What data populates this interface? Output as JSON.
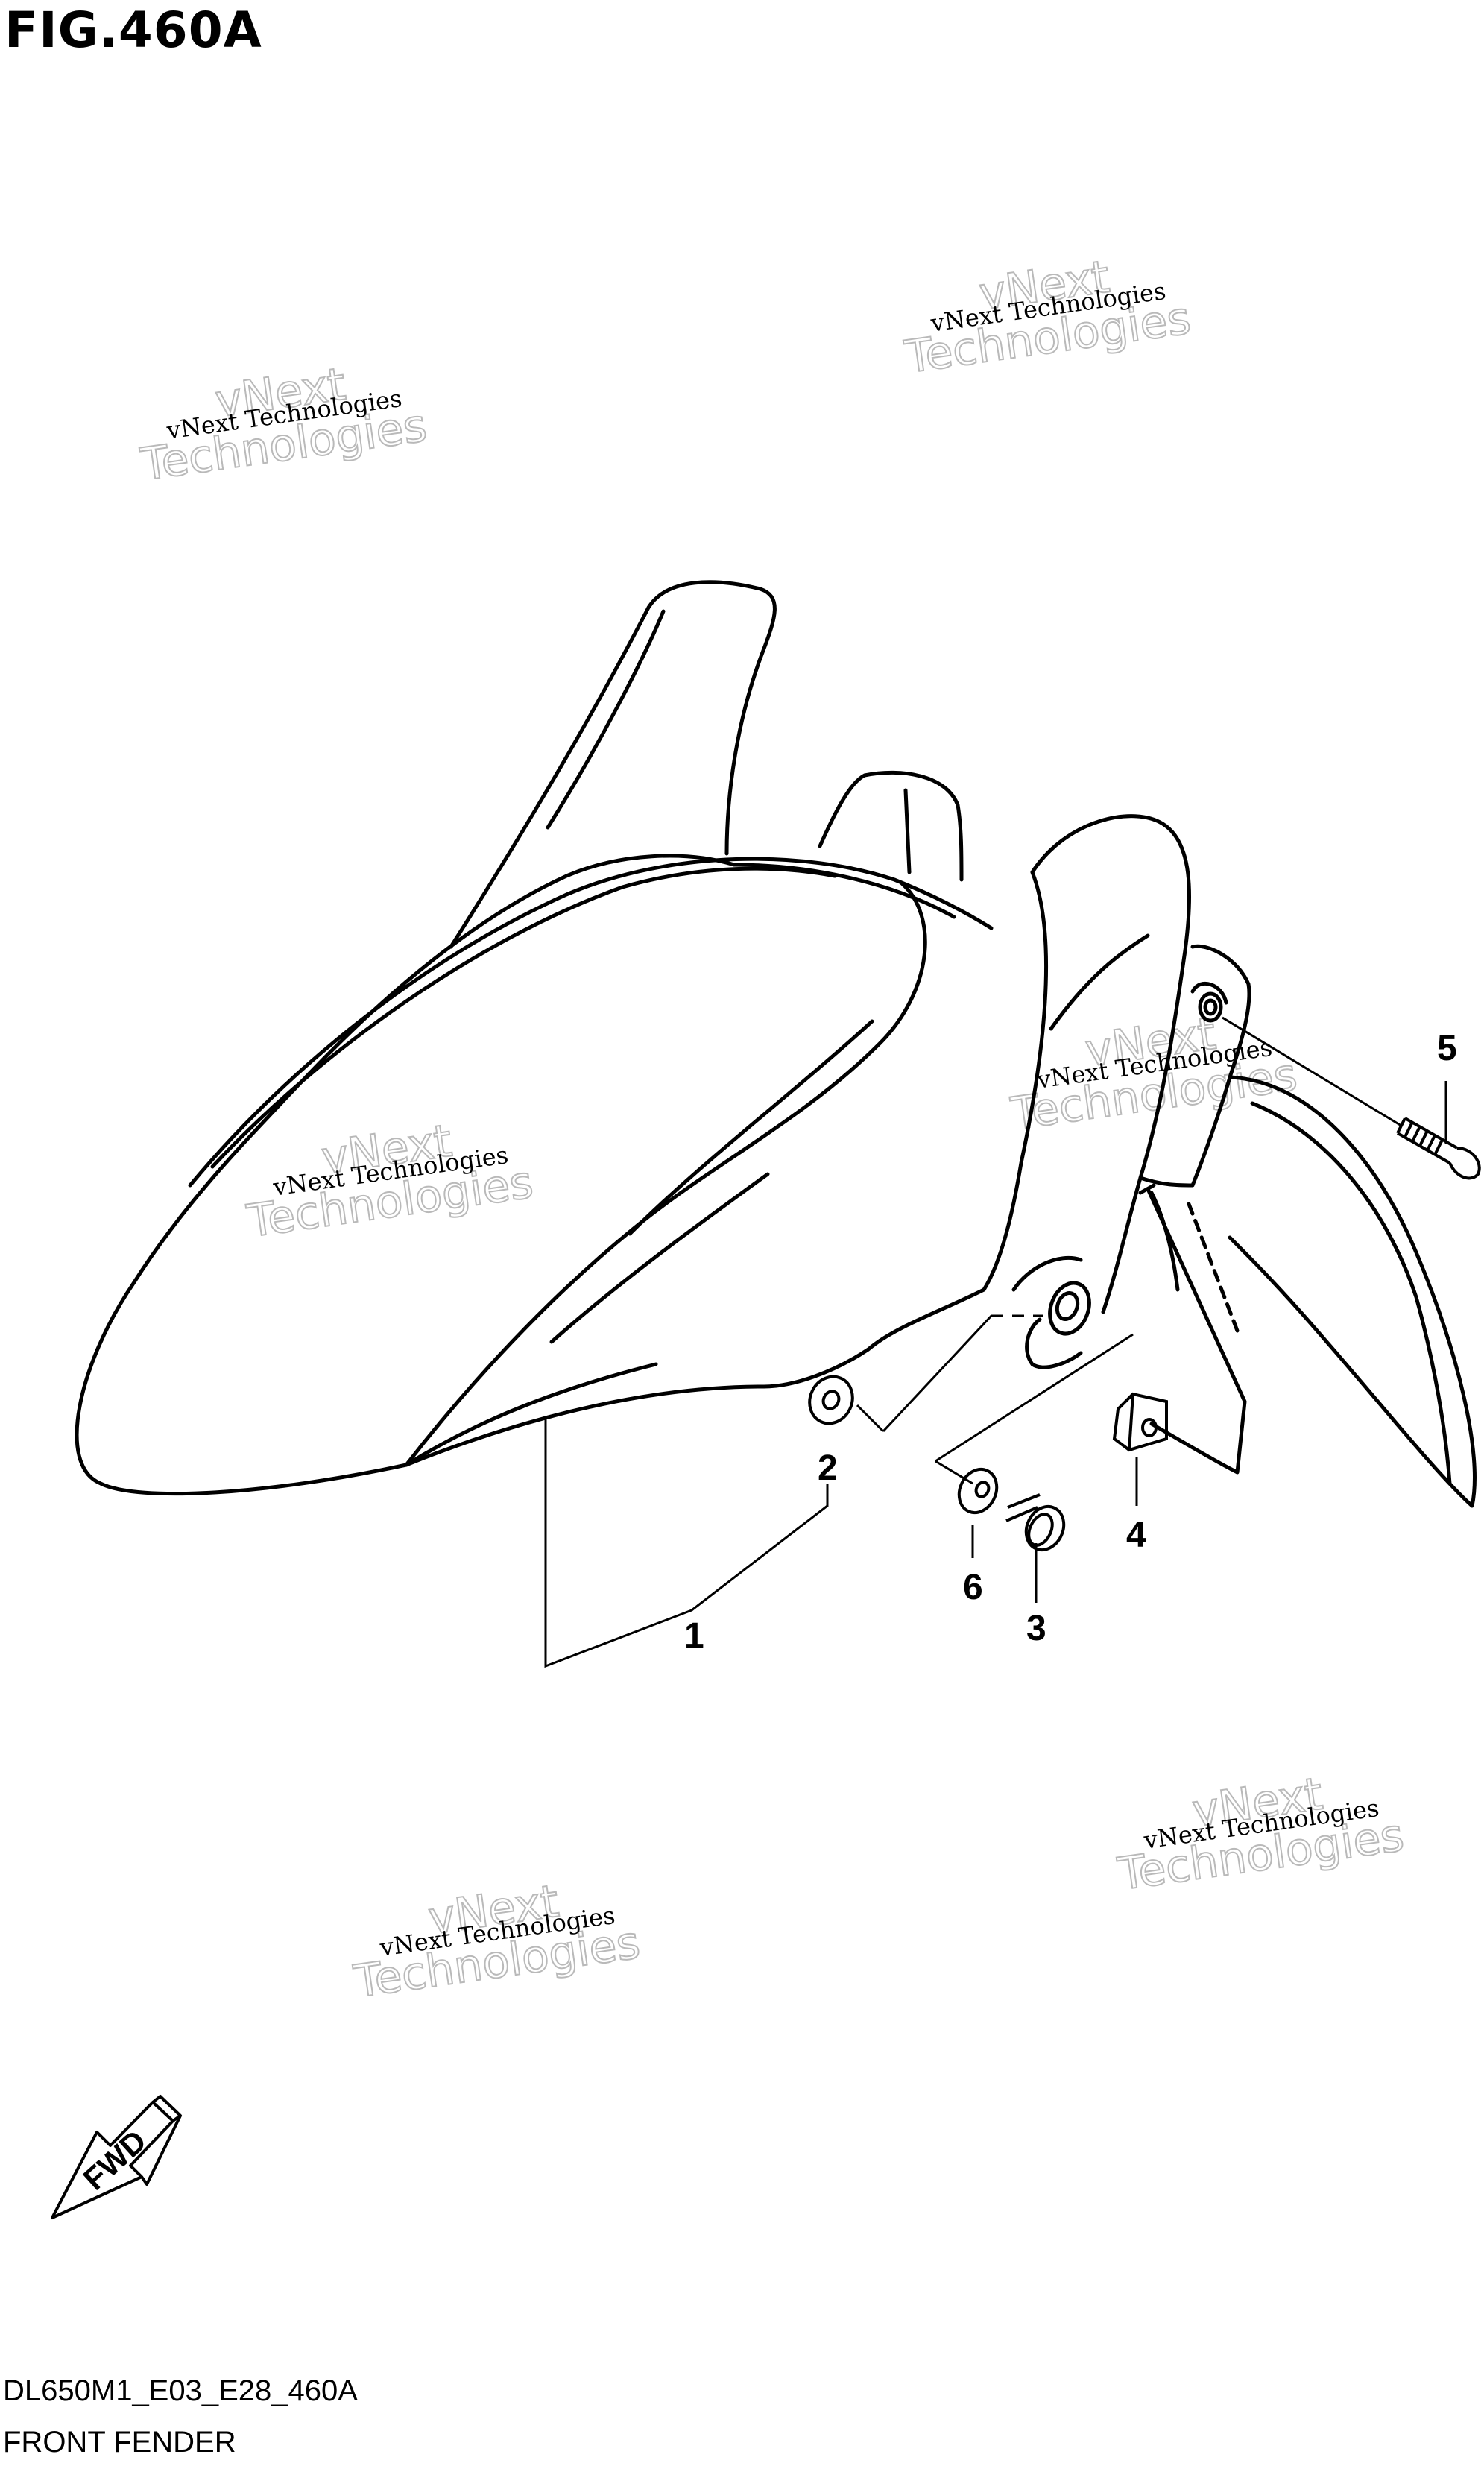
{
  "figure": {
    "title": "FIG.460A",
    "diagram_code": "DL650M1_E03_E28_460A",
    "assembly_name": "FRONT FENDER"
  },
  "callouts": [
    "1",
    "2",
    "3",
    "4",
    "5",
    "6"
  ],
  "watermark": {
    "line": "vNext Technologies",
    "big_top": "vNext",
    "big_bottom": "Technologies"
  },
  "direction_marker": "FWD",
  "colors": {
    "ink": "#000000",
    "watermark": "#b9b9b9",
    "background": "#ffffff"
  }
}
